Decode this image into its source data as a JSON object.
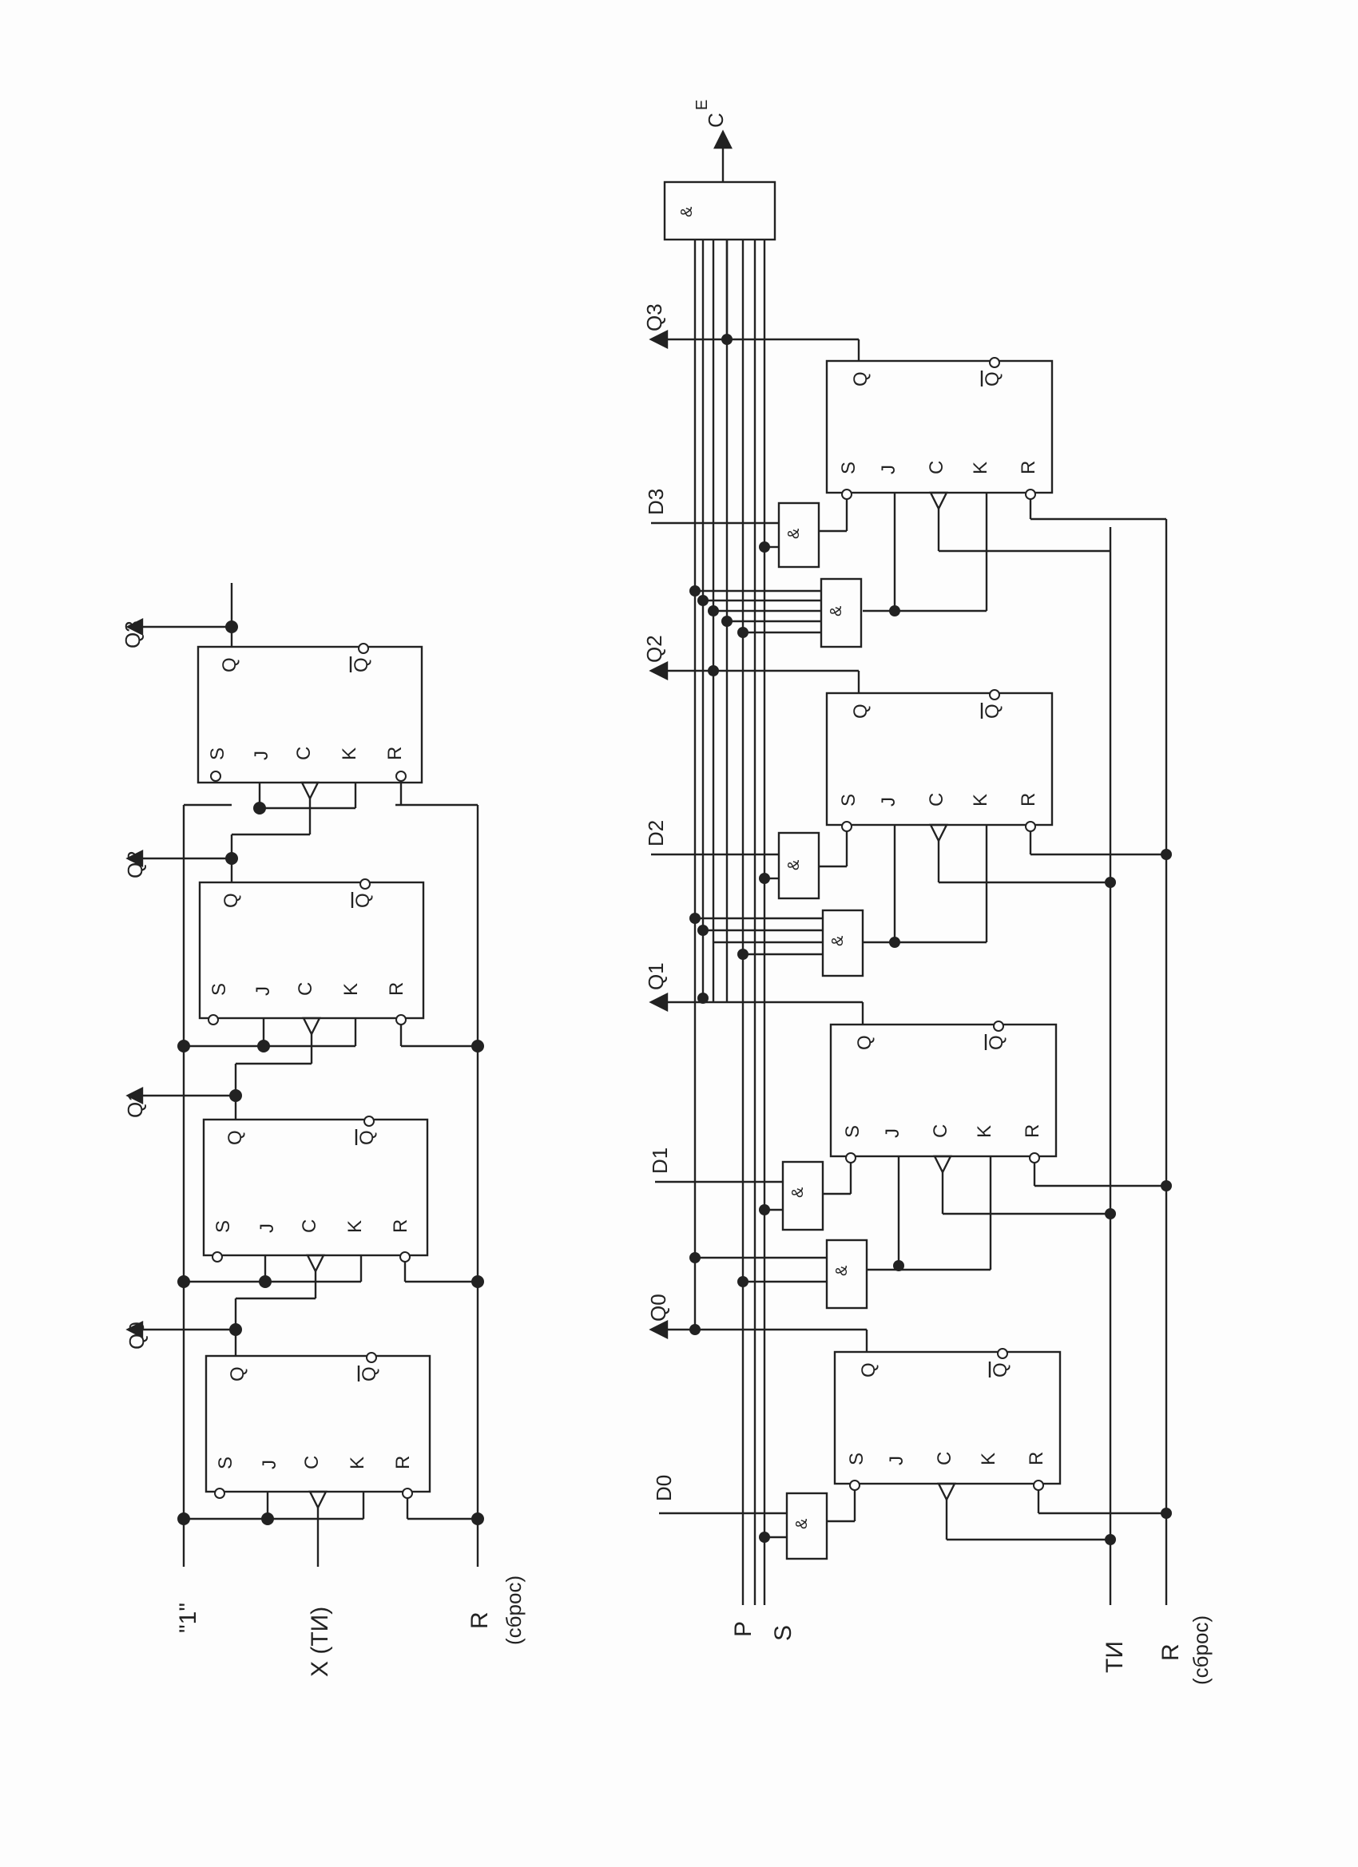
{
  "upper_counter": {
    "inputs": {
      "one": "\"1\"",
      "clock": "X (ТИ)",
      "reset": "R",
      "reset_note": "(сброс)"
    },
    "outputs": [
      "Q0",
      "Q1",
      "Q2",
      "Q3"
    ],
    "trigger_pins": {
      "s": "S",
      "j": "J",
      "c": "C",
      "k": "K",
      "r": "R",
      "q": "Q",
      "nq": "Q"
    }
  },
  "lower_counter": {
    "inputs": {
      "p": "P",
      "p_sym": "S",
      "clock": "ТИ",
      "reset": "R",
      "reset_note": "(сброс)"
    },
    "data_inputs": [
      "D0",
      "D1",
      "D2",
      "D3"
    ],
    "outputs": [
      "Q0",
      "Q1",
      "Q2",
      "Q3"
    ],
    "carry": {
      "name": "C",
      "sub": "E"
    },
    "gate_symbol": "&",
    "trigger_pins": {
      "s": "S",
      "j": "J",
      "c": "C",
      "k": "K",
      "r": "R",
      "q": "Q",
      "nq": "Q"
    }
  }
}
